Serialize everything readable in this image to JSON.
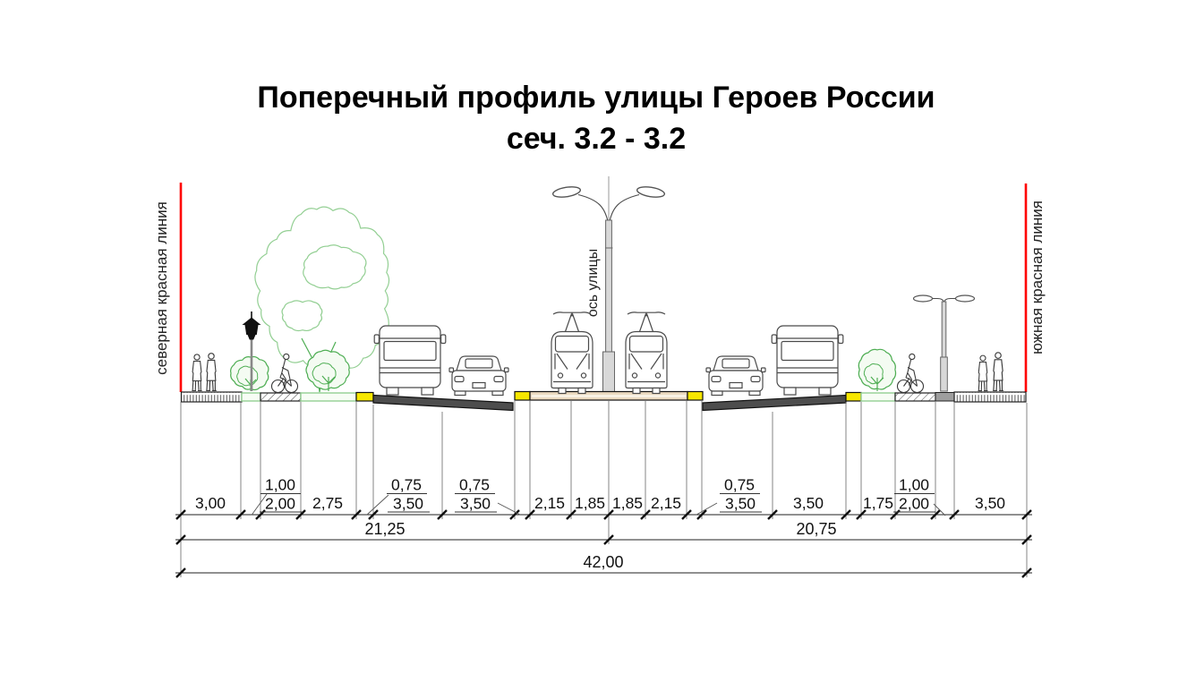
{
  "title": {
    "line1": "Поперечный профиль улицы Героев России",
    "line2": "сеч. 3.2 - 3.2"
  },
  "labels": {
    "north_red_line": "северная красная линия",
    "south_red_line": "южная красная линия",
    "street_axis": "ось улицы"
  },
  "colors": {
    "red_line": "#ff0000",
    "vegetation": "#4fae54",
    "vegetation_light": "#93cf93",
    "road_surface": "#4d4d4d",
    "tram_bed": "#ead9bf",
    "curb_marking": "#f7e700",
    "buffer_gray": "#9e9e9e"
  },
  "dimensions": {
    "row1": [
      {
        "label": "3,00"
      },
      {
        "label": "1,00"
      },
      {
        "label": "2,00"
      },
      {
        "label": "2,75"
      },
      {
        "label": "0,75"
      },
      {
        "label": "3,50"
      },
      {
        "label": "0,75"
      },
      {
        "label": "3,50"
      },
      {
        "label": "2,15"
      },
      {
        "label": "1,85"
      },
      {
        "label": "1,85"
      },
      {
        "label": "2,15"
      },
      {
        "label": "0,75"
      },
      {
        "label": "3,50"
      },
      {
        "label": "3,50"
      },
      {
        "label": "1,75"
      },
      {
        "label": "1,00"
      },
      {
        "label": "2,00"
      },
      {
        "label": "3,50"
      }
    ],
    "row2": [
      {
        "label": "21,25"
      },
      {
        "label": "20,75"
      }
    ],
    "total": {
      "label": "42,00"
    }
  }
}
